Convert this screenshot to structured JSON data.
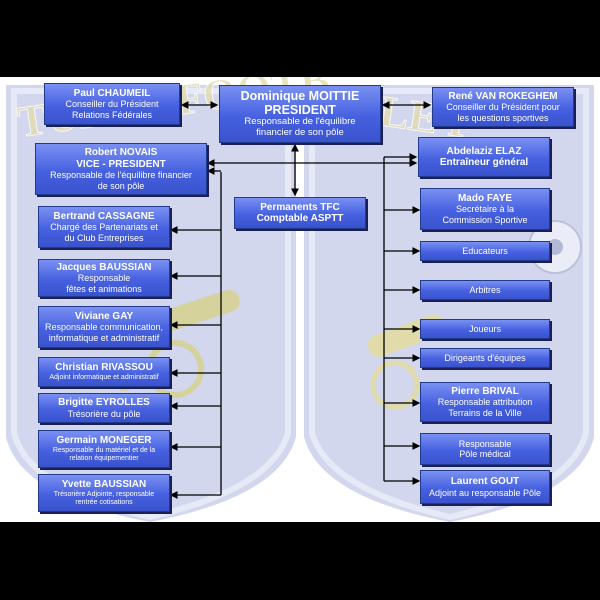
{
  "colors": {
    "box_top": "#7a90f2",
    "box_bottom": "#3a52cc",
    "arrow": "#000000",
    "backdrop": "#d2d7ee",
    "crest_text": "#ded48e"
  },
  "background": {
    "crest_left_text": "TULLE FOOTB",
    "crest_right_text": "LE F"
  },
  "boxes": {
    "chaumeil": {
      "name": "Paul CHAUMEIL",
      "lines": [
        "Conseiller du Président",
        "Relations Fédérales"
      ]
    },
    "moittie": {
      "name": "Dominique MOITTIE",
      "name2": "PRESIDENT",
      "lines": [
        "Responsable de l'équilibre",
        "financier de son pôle"
      ]
    },
    "rokeghem": {
      "name": "René VAN ROKEGHEM",
      "lines": [
        "Conseiller du Président pour",
        "les questions sportives"
      ]
    },
    "novais": {
      "name": "Robert NOVAIS",
      "name2": "VICE - PRESIDENT",
      "lines": [
        "Responsable de l'équilibre financier",
        "de son pôle"
      ]
    },
    "elaz": {
      "name": "Abdelaziz ELAZ",
      "name2": "Entraîneur général",
      "lines": []
    },
    "permanents": {
      "name": "Permanents TFC",
      "name2": "Comptable ASPTT",
      "lines": []
    },
    "cassagne": {
      "name": "Bertrand CASSAGNE",
      "lines": [
        "Chargé des Partenariats et",
        "du Club Entreprises"
      ]
    },
    "faye": {
      "name": "Mado FAYE",
      "lines": [
        "Secrétaire à la",
        "Commission Sportive"
      ]
    },
    "baussian_j": {
      "name": "Jacques BAUSSIAN",
      "lines": [
        "Responsable",
        "fêtes et animations"
      ]
    },
    "educateurs": {
      "name": "",
      "lines": [
        "Educateurs"
      ]
    },
    "arbitres": {
      "name": "",
      "lines": [
        "Arbitres"
      ]
    },
    "gay": {
      "name": "Viviane GAY",
      "lines": [
        "Responsable communication,",
        "informatique et administratif"
      ]
    },
    "joueurs": {
      "name": "",
      "lines": [
        "Joueurs"
      ]
    },
    "rivassou": {
      "name": "Christian RIVASSOU",
      "lines": [
        "Adjoint informatique et administratif"
      ]
    },
    "dirigeants": {
      "name": "",
      "lines": [
        "Dirigeants d'équipes"
      ]
    },
    "eyrolles": {
      "name": "Brigitte EYROLLES",
      "lines": [
        "Trésorière du pôle"
      ]
    },
    "brival": {
      "name": "Pierre BRIVAL",
      "lines": [
        "Responsable attribution",
        "Terrains de la Ville"
      ]
    },
    "moneger": {
      "name": "Germain MONEGER",
      "lines": [
        "Responsable du matériel et de la",
        "relation équipementier"
      ]
    },
    "medical": {
      "name": "",
      "lines": [
        "Responsable",
        "Pôle médical"
      ]
    },
    "baussian_y": {
      "name": "Yvette BAUSSIAN",
      "lines": [
        "Trésorière Adjointe, responsable",
        "rentrée cotisations"
      ]
    },
    "gout": {
      "name": "Laurent GOUT",
      "lines": [
        "Adjoint au responsable Pôle"
      ]
    }
  }
}
